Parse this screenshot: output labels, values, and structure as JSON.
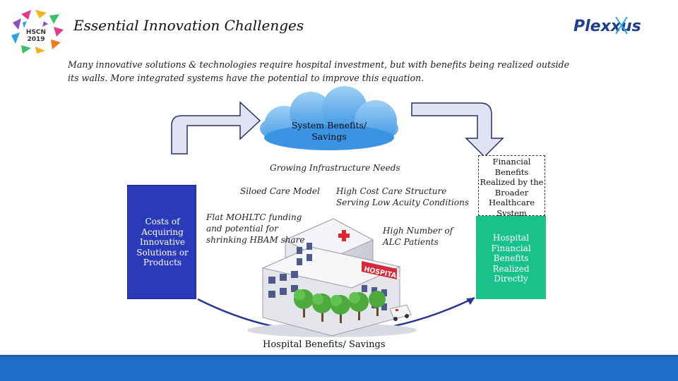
{
  "header": {
    "title": "Essential Innovation Challenges",
    "event_logo_text": "HSCN 2019",
    "brand_logo_text": "Plexxus"
  },
  "intro_text": "Many innovative solutions & technologies require hospital investment, but with benefits being realized outside its walls. More integrated systems have the potential to improve this equation.",
  "diagram": {
    "cloud_label": "System Benefits/ Savings",
    "costs_box": "Costs of Acquiring Innovative Solutions or Products",
    "labels": {
      "growing_infrastructure": "Growing Infrastructure Needs",
      "siloed_care": "Siloed Care Model",
      "high_cost": "High Cost Care Structure Serving Low Acuity Conditions",
      "flat_funding": "Flat MOHLTC funding and potential for shrinking HBAM share",
      "alc_patients": "High Number of ALC Patients",
      "hospital_benefits": "Hospital Benefits/ Savings"
    },
    "building_sign": "HOSPITAL",
    "financial_system_box": "Financial Benefits Realized by the Broader Healthcare System",
    "hospital_direct_box": "Hospital Financial Benefits Realized Directly"
  },
  "colors": {
    "costs_box": "#2a3ab8",
    "hospital_direct_box": "#19c28a",
    "footer": "#1f6fc9",
    "cloud": "#4aa3ea",
    "arrow_fill": "#dfe3f4",
    "arrow_stroke": "#2b2f5e"
  }
}
